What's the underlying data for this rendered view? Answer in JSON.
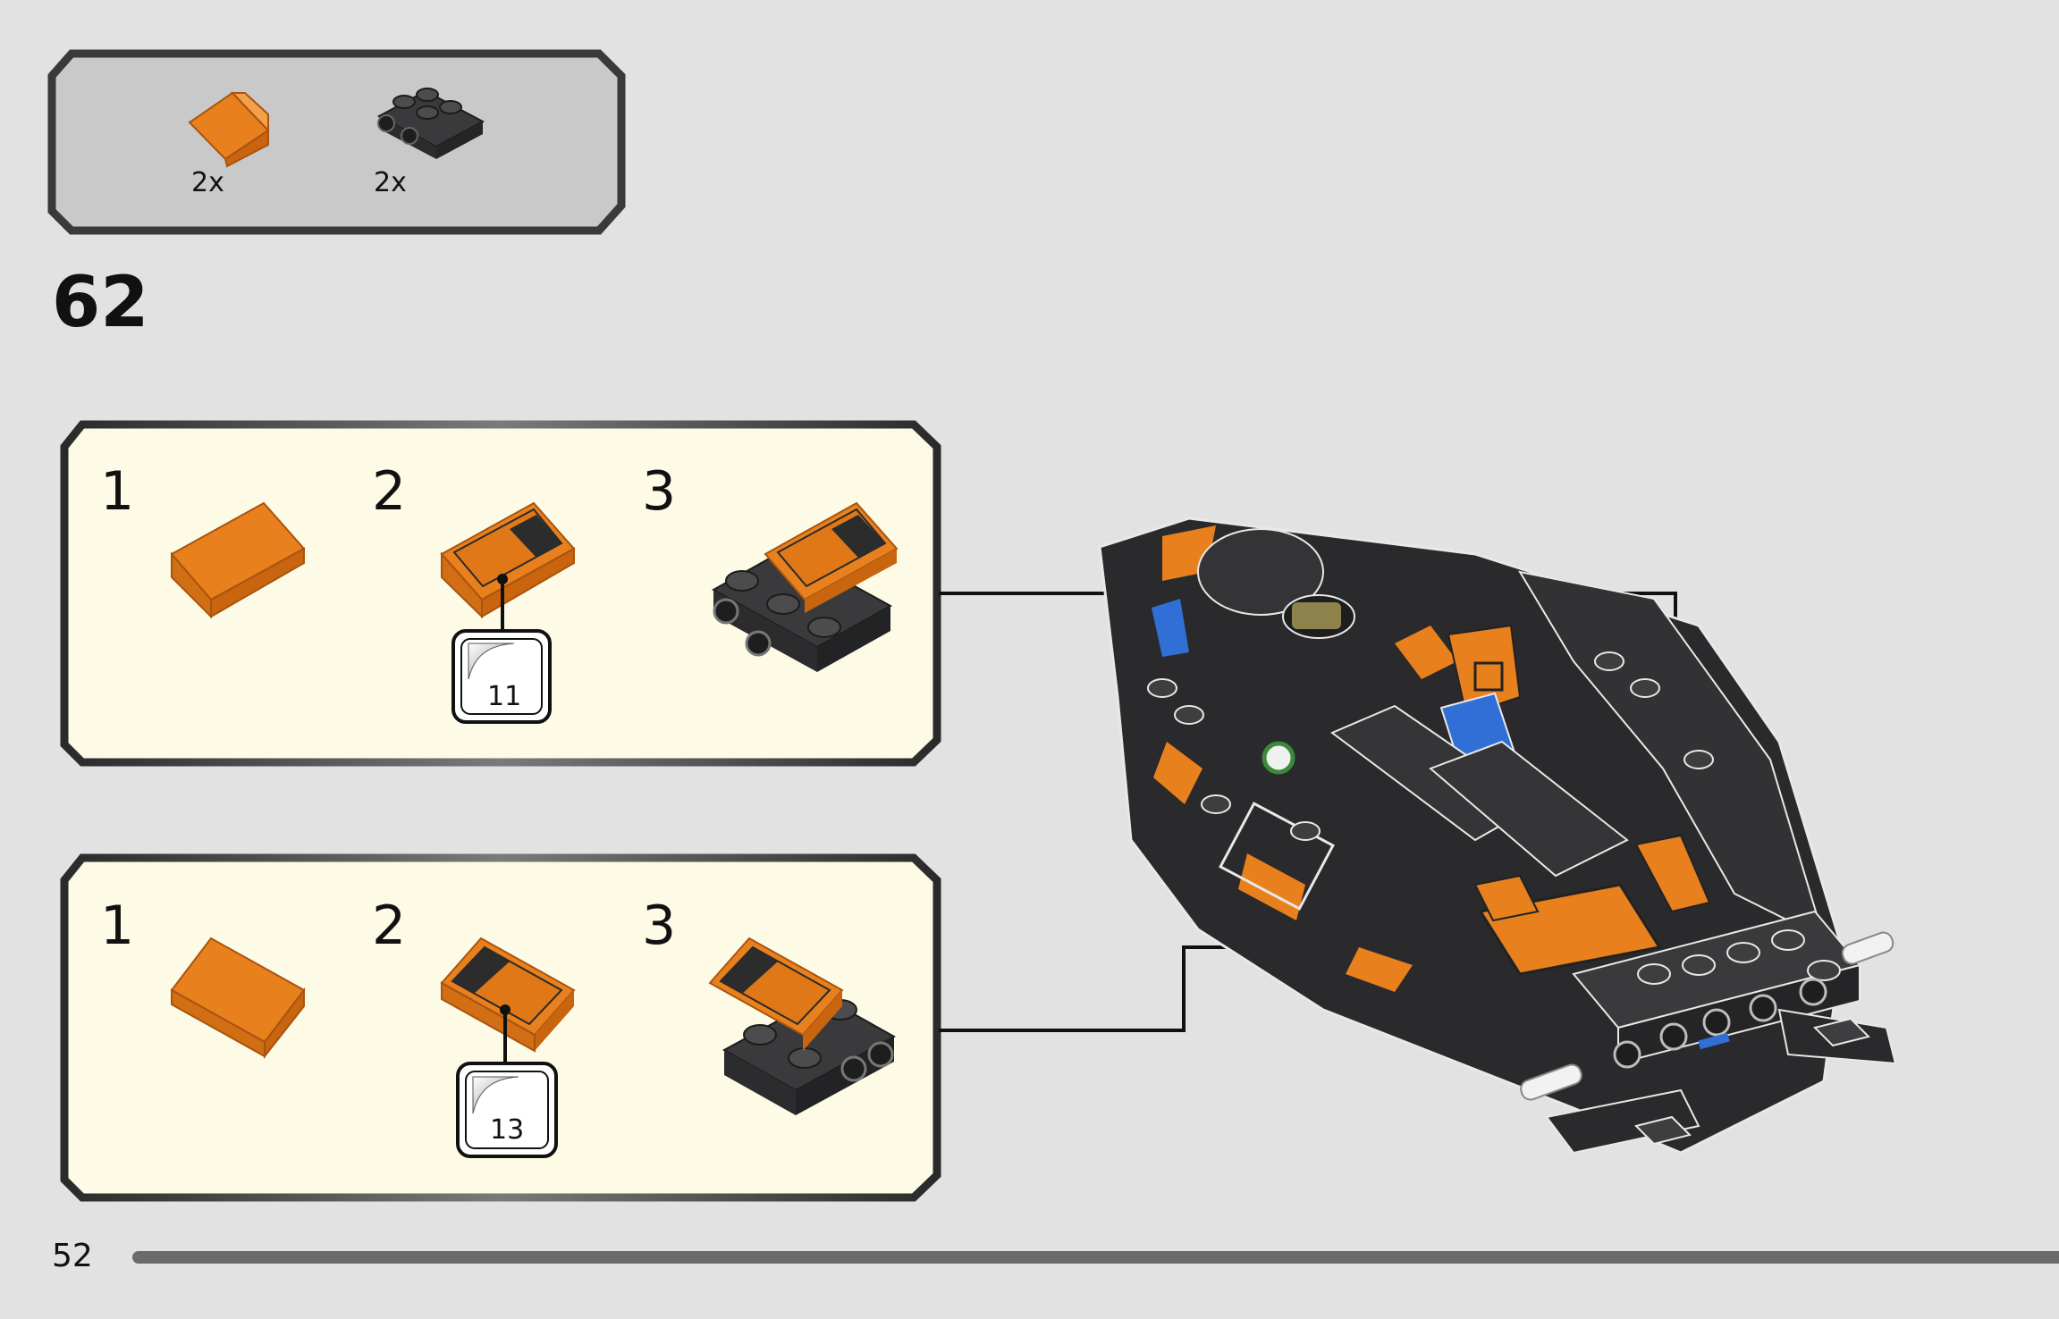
{
  "parts_list": {
    "items": [
      {
        "quantity": "2x",
        "color": "#e8801e",
        "icon": "orange-slope-tile-icon"
      },
      {
        "quantity": "2x",
        "color": "#2f2f31",
        "icon": "black-plate-with-wheel-holders-icon"
      }
    ]
  },
  "step": {
    "number": "62"
  },
  "sub_assemblies": [
    {
      "steps": [
        "1",
        "2",
        "3"
      ],
      "sticker": {
        "number": "11"
      }
    },
    {
      "steps": [
        "1",
        "2",
        "3"
      ],
      "sticker": {
        "number": "13"
      }
    }
  ],
  "footer": {
    "page_number": "52"
  },
  "colors": {
    "background": "#e2e2e2",
    "panel": "#fdfbe6",
    "parts_box": "#c9c9c9",
    "orange": "#e8801e",
    "dark": "#2f2f31",
    "progress": "#6b6b6b"
  }
}
